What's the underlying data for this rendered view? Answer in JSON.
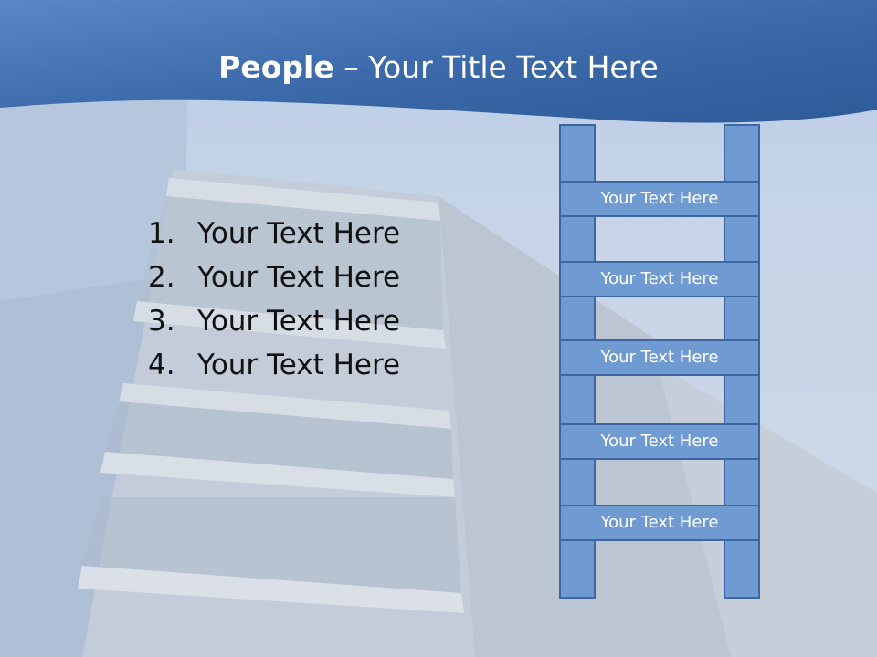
{
  "slide": {
    "title_bold": "People",
    "title_sep": " – ",
    "title_rest": "Your Title Text Here",
    "list": [
      {
        "num": "1.",
        "text": "Your Text Here"
      },
      {
        "num": "2.",
        "text": "Your Text Here"
      },
      {
        "num": "3.",
        "text": "Your Text Here"
      },
      {
        "num": "4.",
        "text": "Your Text Here"
      }
    ],
    "ladder_rungs": [
      "Your Text Here",
      "Your Text Here",
      "Your Text Here",
      "Your Text Here",
      "Your Text Here"
    ]
  },
  "colors": {
    "banner_top": "#2d5b98",
    "banner_bottom": "#4f7fc0",
    "ladder_fill": "#6f9ad2",
    "ladder_border": "#3e66a0"
  }
}
